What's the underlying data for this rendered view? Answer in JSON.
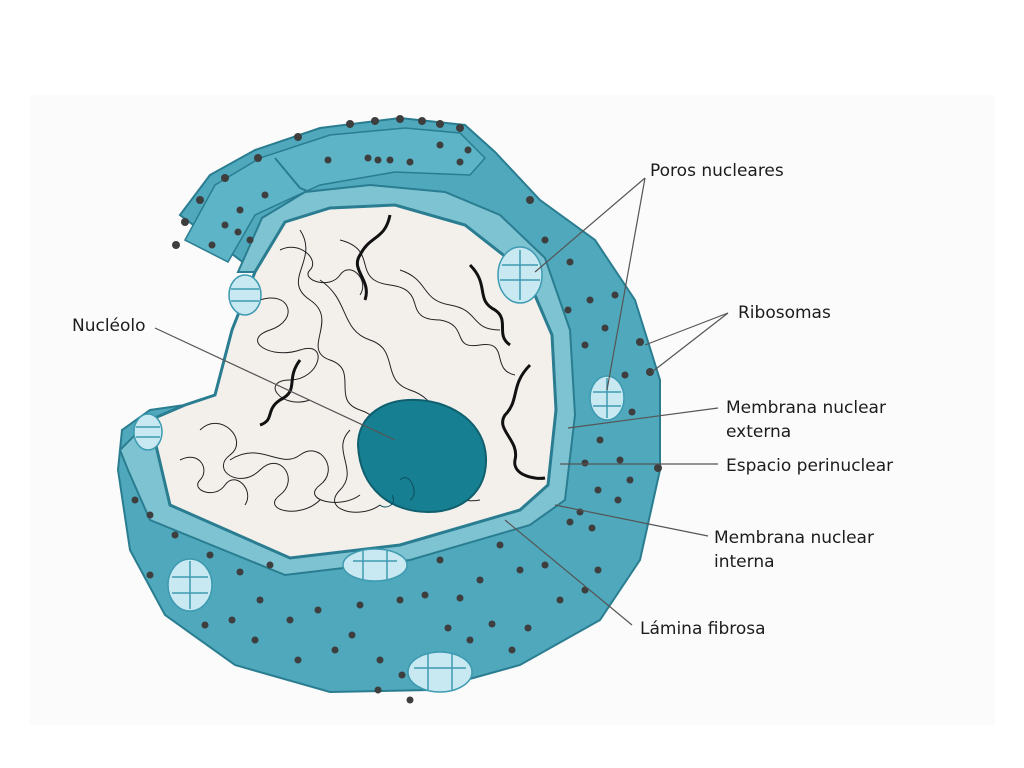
{
  "labels": {
    "poros": "Poros nucleares",
    "ribosomas": "Ribosomas",
    "nucleolo": "Nucléolo",
    "membrana_externa_1": "Membrana nuclear",
    "membrana_externa_2": "externa",
    "espacio": "Espacio perinuclear",
    "membrana_interna_1": "Membrana nuclear",
    "membrana_interna_2": "interna",
    "lamina": "Lámina fibrosa"
  },
  "colors": {
    "envelope": "#4fa8bb",
    "envelope_dark": "#2a7d90",
    "nucleoplasm": "#f3f0ec",
    "nucleolus": "#177f92",
    "pore": "#c8e8f2",
    "ribosome": "#4a4a4a"
  }
}
